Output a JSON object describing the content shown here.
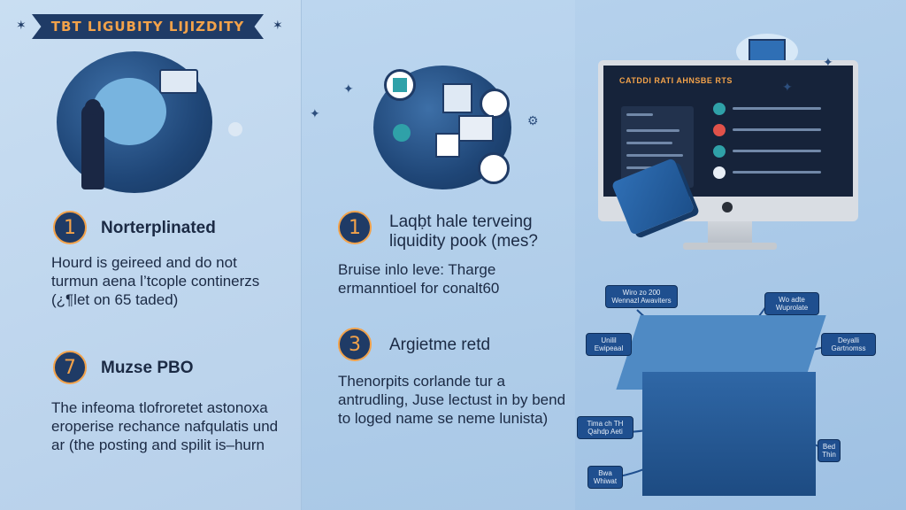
{
  "header": {
    "title": "TBT LIGUBITY LIJIZDITY"
  },
  "sections": {
    "s1": {
      "number": "1",
      "heading": "Norterplinated",
      "body": "Hourd is geireed and do not turmun aena l’tcople continerzs (¿¶let on 65 taded)"
    },
    "s2": {
      "number": "7",
      "heading": "Muzse PBO",
      "body": "The infeoma tlofroretet astonoxa eroperise rechance nafqulatis und ar (the posting and spilit is–hurn"
    },
    "s3": {
      "number": "1",
      "heading": "Laqḅt hale terveing liquidity pook (mes?",
      "body": "Bruise inlo leve: Tharge ermanntioel for conalt60"
    },
    "s4": {
      "number": "3",
      "heading": "Argietme retd",
      "body": "Thenorpits corlande tur a antrudling, Juse lectust in by bend to loged name se neme lunista)"
    }
  },
  "screen": {
    "title": "CATDDI RATI AHNSBE RTS"
  },
  "cube_labels": [
    "Wiro zo 200 Wennazl Awaviters",
    "Wo adte Wuprolate",
    "Unilil Ewipeaal",
    "Deyalli Gartnomss",
    "Tima ch TH Qahdp Aeti",
    "Bed Thin",
    "Bwa Whiwat"
  ],
  "colors": {
    "navy": "#1f3b66",
    "accent_orange": "#f2a24a",
    "background": "#bcd6ee"
  }
}
